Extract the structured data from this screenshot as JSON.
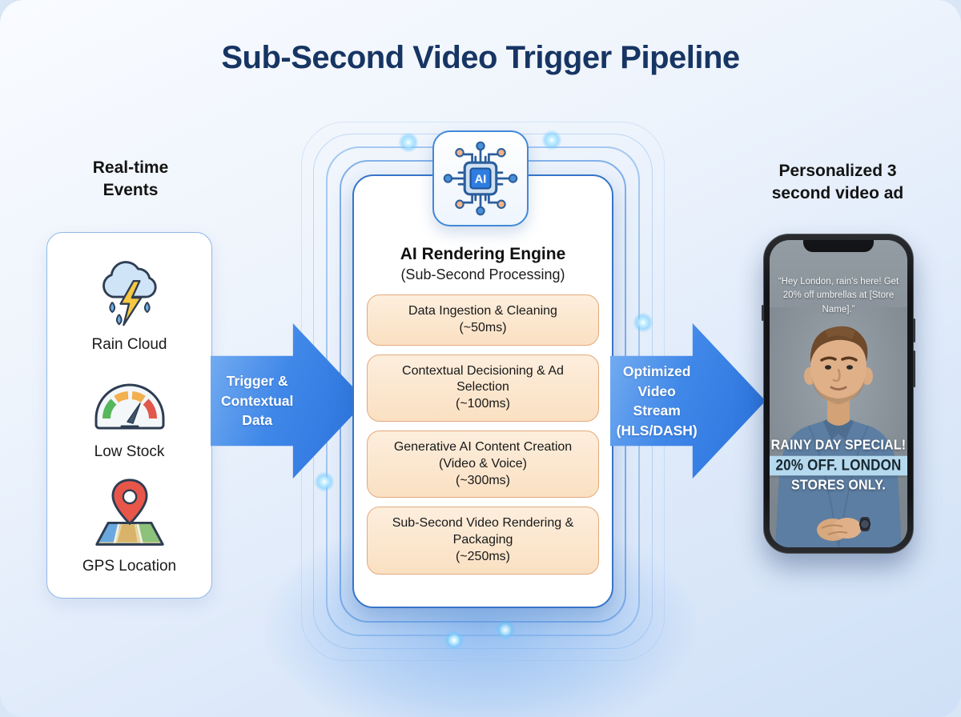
{
  "title": "Sub-Second Video Trigger Pipeline",
  "left": {
    "heading": "Real-time Events",
    "events": [
      {
        "icon": "rain-cloud-icon",
        "label": "Rain Cloud"
      },
      {
        "icon": "gauge-icon",
        "label": "Low Stock"
      },
      {
        "icon": "map-pin-icon",
        "label": "GPS Location"
      }
    ]
  },
  "arrows": {
    "input_label": "Trigger & Contextual Data",
    "output_label": "Optimized Video Stream (HLS/DASH)"
  },
  "engine": {
    "icon": "ai-chip-icon",
    "chip_text": "AI",
    "title": "AI Rendering Engine",
    "subtitle": "(Sub-Second Processing)",
    "stages": [
      {
        "label": "Data Ingestion & Cleaning",
        "latency": "(~50ms)"
      },
      {
        "label": "Contextual Decisioning & Ad Selection",
        "latency": "(~100ms)"
      },
      {
        "label": "Generative AI Content Creation (Video & Voice)",
        "latency": "(~300ms)"
      },
      {
        "label": "Sub-Second Video Rendering & Packaging",
        "latency": "(~250ms)"
      }
    ]
  },
  "output": {
    "heading": "Personalized 3 second video ad",
    "phone_ad": {
      "quote": "“Hey London, rain's here! Get 20% off umbrellas at [Store Name].”",
      "banner_line1": "RAINY DAY SPECIAL!",
      "banner_line2": "20% OFF. LONDON",
      "banner_line3": "STORES ONLY."
    }
  },
  "colors": {
    "title_navy": "#173563",
    "arrow_blue": "#2f7ce2",
    "card_border_blue": "#3674c8",
    "stage_peach": "#fae0c2",
    "stage_border": "#e3a97b",
    "banner_highlight": "#b5d9ef",
    "background_blue": "#dfeafa"
  }
}
